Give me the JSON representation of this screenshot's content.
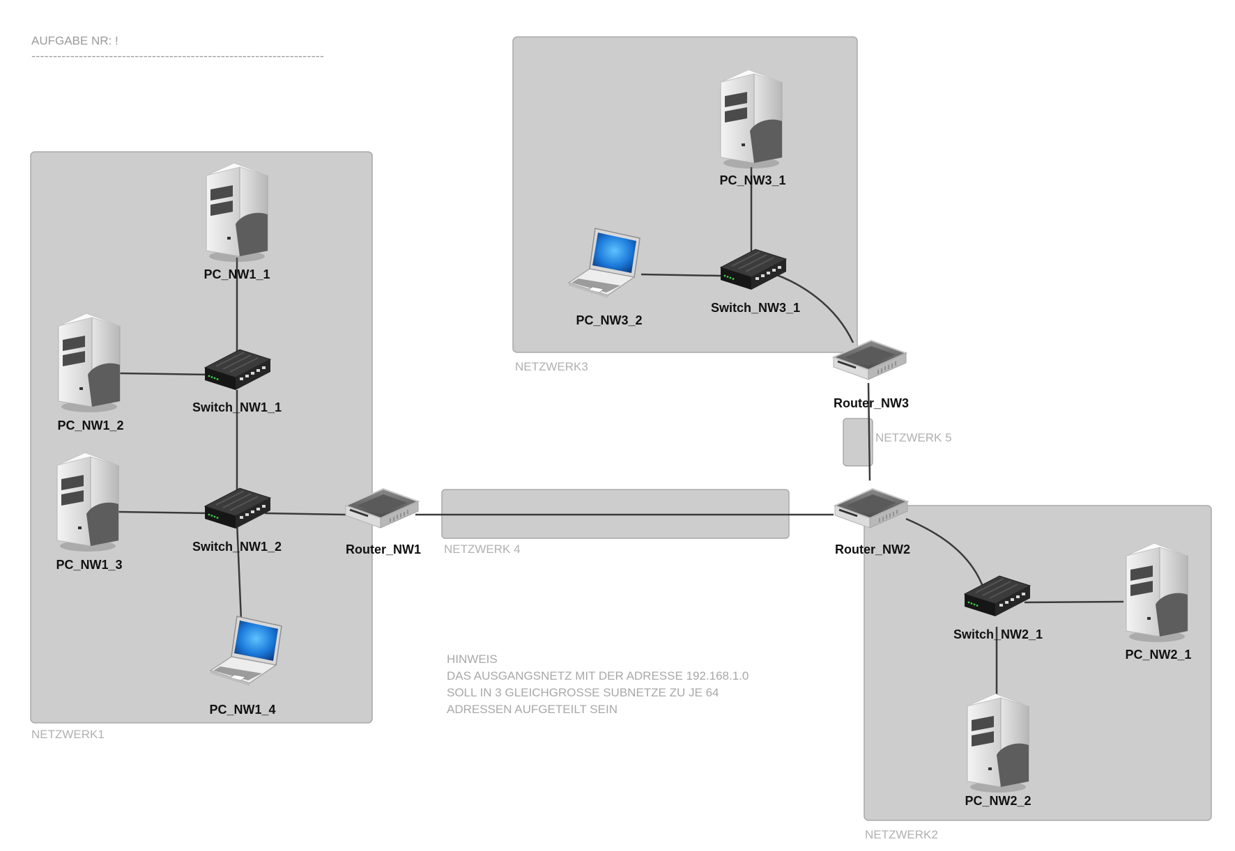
{
  "task": {
    "title": "AUFGABE NR: !",
    "underline": "--------------------------------------------------------------------"
  },
  "groups": {
    "nw1": "NETZWERK1",
    "nw2": "NETZWERK2",
    "nw3": "NETZWERK3",
    "nw4": "NETZWERK 4",
    "nw5": "NETZWERK 5"
  },
  "devices": {
    "pc_nw1_1": {
      "label": "PC_NW1_1",
      "icon": "server-tower-icon"
    },
    "pc_nw1_2": {
      "label": "PC_NW1_2",
      "icon": "server-tower-icon"
    },
    "pc_nw1_3": {
      "label": "PC_NW1_3",
      "icon": "server-tower-icon"
    },
    "pc_nw1_4": {
      "label": "PC_NW1_4",
      "icon": "laptop-icon"
    },
    "switch_nw1_1": {
      "label": "Switch_NW1_1",
      "icon": "switch-icon"
    },
    "switch_nw1_2": {
      "label": "Switch_NW1_2",
      "icon": "switch-icon"
    },
    "router_nw1": {
      "label": "Router_NW1",
      "icon": "router-icon"
    },
    "router_nw2": {
      "label": "Router_NW2",
      "icon": "router-icon"
    },
    "router_nw3": {
      "label": "Router_NW3",
      "icon": "router-icon"
    },
    "switch_nw2_1": {
      "label": "Switch_NW2_1",
      "icon": "switch-icon"
    },
    "switch_nw3_1": {
      "label": "Switch_NW3_1",
      "icon": "switch-icon"
    },
    "pc_nw2_1": {
      "label": "PC_NW2_1",
      "icon": "server-tower-icon"
    },
    "pc_nw2_2": {
      "label": "PC_NW2_2",
      "icon": "server-tower-icon"
    },
    "pc_nw3_1": {
      "label": "PC_NW3_1",
      "icon": "server-tower-icon"
    },
    "pc_nw3_2": {
      "label": "PC_NW3_2",
      "icon": "laptop-icon"
    }
  },
  "note": {
    "title": "HINWEIS",
    "line1": "DAS AUSGANGSNETZ MIT DER ADRESSE 192.168.1.0",
    "line2": "SOLL IN 3 GLEICHGROSSE SUBNETZE ZU JE 64",
    "line3": "ADRESSEN AUFGETEILT SEIN"
  },
  "colors": {
    "group_fill": "#cdcdcd",
    "link": "#3a3a3a",
    "laptop_screen": "#1a78d8"
  }
}
